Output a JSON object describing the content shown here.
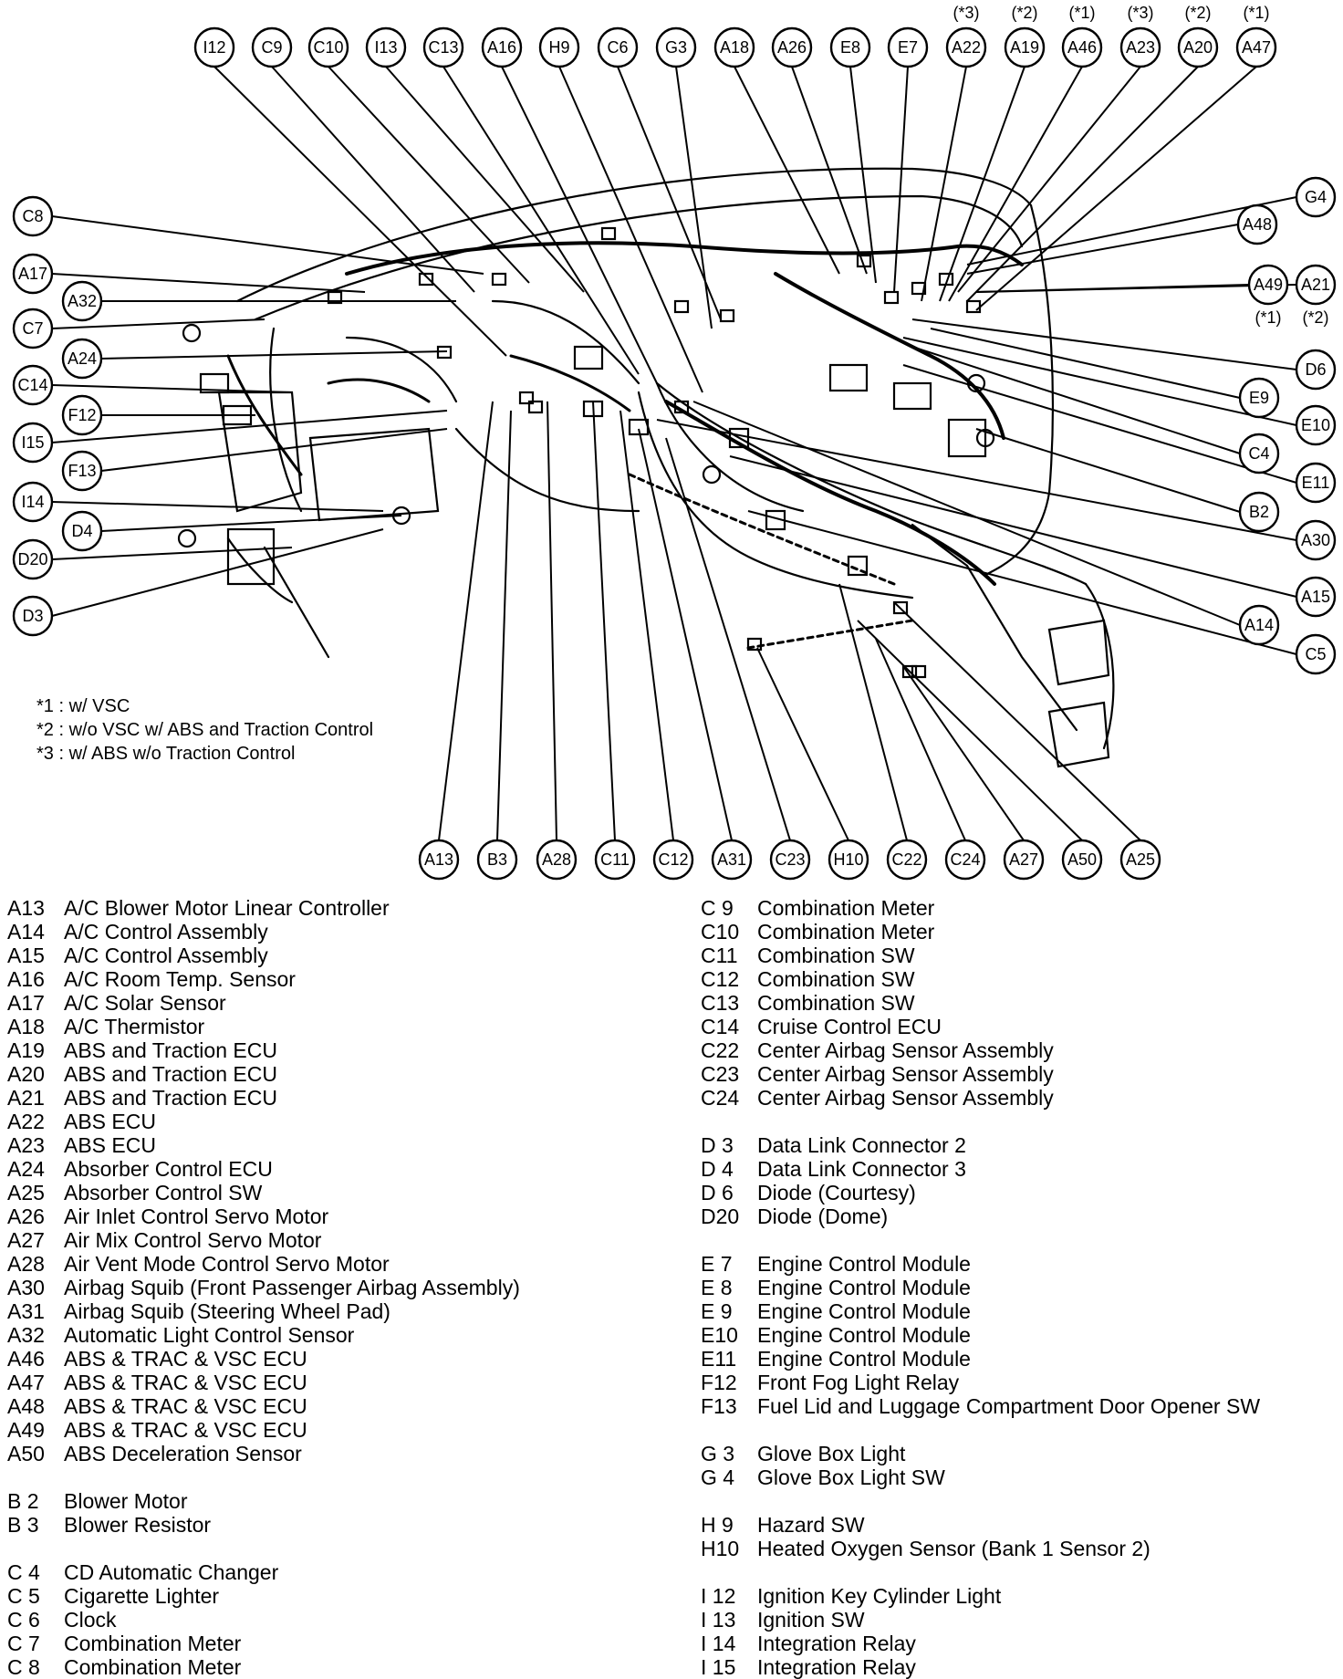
{
  "top_connectors": [
    "I12",
    "C9",
    "C10",
    "I13",
    "C13",
    "A16",
    "H9",
    "C6",
    "G3",
    "A18",
    "A26",
    "E8",
    "E7",
    "A22",
    "A19",
    "A46",
    "A23",
    "A20",
    "A47"
  ],
  "top_markers": {
    "A22": "(*3)",
    "A19": "(*2)",
    "A46": "(*1)",
    "A23": "(*3)",
    "A20": "(*2)",
    "A47": "(*1)"
  },
  "left_connectors": [
    "C8",
    "A17",
    "A32",
    "C7",
    "A24",
    "C14",
    "F12",
    "I15",
    "F13",
    "I14",
    "D4",
    "D20",
    "D3"
  ],
  "right_connectors": [
    "G4",
    "A48",
    "A49",
    "A21",
    "D6",
    "E9",
    "E10",
    "C4",
    "E11",
    "B2",
    "A30",
    "A15",
    "A14",
    "C5"
  ],
  "right_markers": {
    "A49": "(*1)",
    "A21": "(*2)"
  },
  "bottom_connectors": [
    "A13",
    "B3",
    "A28",
    "C11",
    "C12",
    "A31",
    "C23",
    "H10",
    "C22",
    "C24",
    "A27",
    "A50",
    "A25"
  ],
  "notes": [
    "*1 : w/ VSC",
    "*2 : w/o VSC w/ ABS and Traction Control",
    "*3 : w/ ABS w/o Traction Control"
  ],
  "legend_left": [
    {
      "code": "A13",
      "name": "A/C Blower Motor Linear Controller"
    },
    {
      "code": "A14",
      "name": "A/C Control Assembly"
    },
    {
      "code": "A15",
      "name": "A/C Control Assembly"
    },
    {
      "code": "A16",
      "name": "A/C Room Temp. Sensor"
    },
    {
      "code": "A17",
      "name": "A/C Solar Sensor"
    },
    {
      "code": "A18",
      "name": "A/C Thermistor"
    },
    {
      "code": "A19",
      "name": "ABS and Traction ECU"
    },
    {
      "code": "A20",
      "name": "ABS and Traction ECU"
    },
    {
      "code": "A21",
      "name": "ABS and Traction ECU"
    },
    {
      "code": "A22",
      "name": "ABS ECU"
    },
    {
      "code": "A23",
      "name": "ABS ECU"
    },
    {
      "code": "A24",
      "name": "Absorber Control ECU"
    },
    {
      "code": "A25",
      "name": "Absorber Control SW"
    },
    {
      "code": "A26",
      "name": "Air Inlet Control Servo Motor"
    },
    {
      "code": "A27",
      "name": "Air Mix Control Servo Motor"
    },
    {
      "code": "A28",
      "name": "Air Vent Mode Control Servo Motor"
    },
    {
      "code": "A30",
      "name": "Airbag Squib (Front Passenger Airbag Assembly)"
    },
    {
      "code": "A31",
      "name": "Airbag Squib (Steering Wheel Pad)"
    },
    {
      "code": "A32",
      "name": "Automatic Light Control Sensor"
    },
    {
      "code": "A46",
      "name": "ABS & TRAC & VSC ECU"
    },
    {
      "code": "A47",
      "name": "ABS & TRAC & VSC ECU"
    },
    {
      "code": "A48",
      "name": "ABS & TRAC & VSC ECU"
    },
    {
      "code": "A49",
      "name": "ABS & TRAC & VSC ECU"
    },
    {
      "code": "A50",
      "name": "ABS Deceleration Sensor"
    },
    {
      "code": "B 2",
      "name": "Blower Motor",
      "gap": true
    },
    {
      "code": "B 3",
      "name": "Blower Resistor"
    },
    {
      "code": "C 4",
      "name": "CD Automatic Changer",
      "gap": true
    },
    {
      "code": "C 5",
      "name": "Cigarette Lighter"
    },
    {
      "code": "C 6",
      "name": "Clock"
    },
    {
      "code": "C 7",
      "name": "Combination Meter"
    },
    {
      "code": "C 8",
      "name": "Combination Meter"
    }
  ],
  "legend_right": [
    {
      "code": "C 9",
      "name": "Combination Meter"
    },
    {
      "code": "C10",
      "name": "Combination Meter"
    },
    {
      "code": "C11",
      "name": "Combination SW"
    },
    {
      "code": "C12",
      "name": "Combination SW"
    },
    {
      "code": "C13",
      "name": "Combination SW"
    },
    {
      "code": "C14",
      "name": "Cruise Control ECU"
    },
    {
      "code": "C22",
      "name": "Center Airbag Sensor Assembly"
    },
    {
      "code": "C23",
      "name": "Center Airbag Sensor Assembly"
    },
    {
      "code": "C24",
      "name": "Center Airbag Sensor Assembly"
    },
    {
      "code": "D 3",
      "name": "Data Link Connector 2",
      "gap": true
    },
    {
      "code": "D 4",
      "name": "Data Link Connector 3"
    },
    {
      "code": "D 6",
      "name": "Diode (Courtesy)"
    },
    {
      "code": "D20",
      "name": "Diode (Dome)"
    },
    {
      "code": "E 7",
      "name": "Engine Control Module",
      "gap": true
    },
    {
      "code": "E 8",
      "name": "Engine Control Module"
    },
    {
      "code": "E 9",
      "name": "Engine Control Module"
    },
    {
      "code": "E10",
      "name": "Engine Control Module"
    },
    {
      "code": "E11",
      "name": "Engine Control Module"
    },
    {
      "code": "F12",
      "name": "Front Fog Light Relay"
    },
    {
      "code": "F13",
      "name": "Fuel Lid and Luggage Compartment Door Opener SW"
    },
    {
      "code": "G 3",
      "name": "Glove Box Light",
      "gap": true
    },
    {
      "code": "G 4",
      "name": "Glove Box Light SW"
    },
    {
      "code": "H 9",
      "name": "Hazard SW",
      "gap": true
    },
    {
      "code": "H10",
      "name": "Heated Oxygen Sensor (Bank 1 Sensor 2)"
    },
    {
      "code": "I 12",
      "name": "Ignition Key Cylinder Light",
      "gap": true
    },
    {
      "code": "I 13",
      "name": "Ignition SW"
    },
    {
      "code": "I 14",
      "name": "Integration Relay"
    },
    {
      "code": "I 15",
      "name": "Integration Relay"
    }
  ]
}
